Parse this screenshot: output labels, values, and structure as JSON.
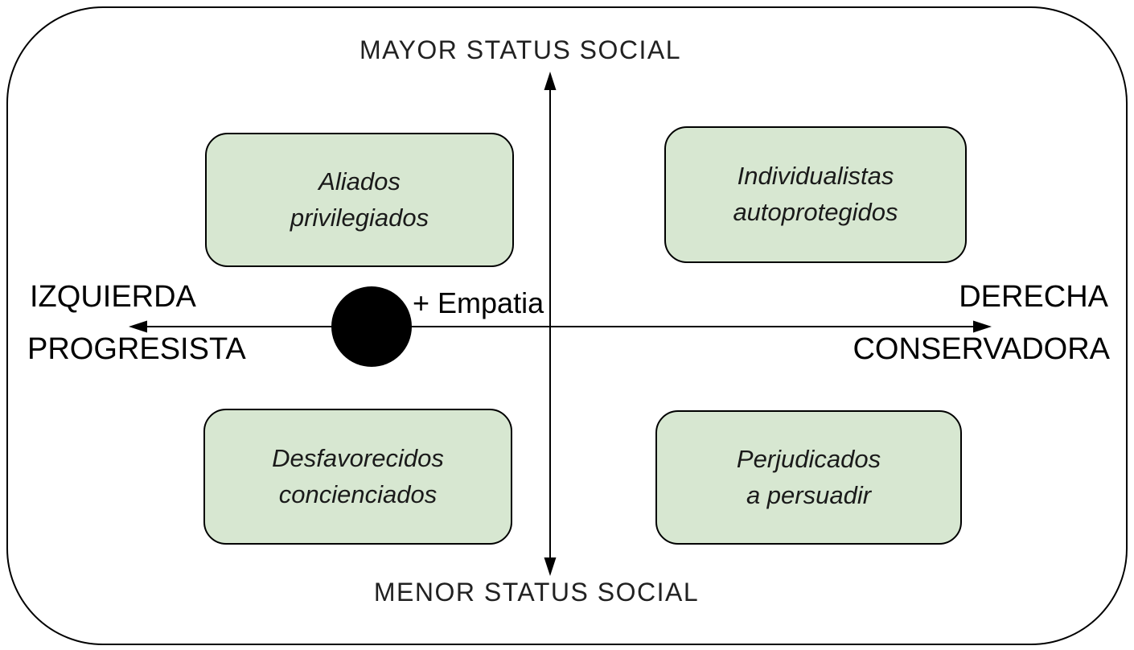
{
  "diagram": {
    "axes": {
      "top_label": "MAYOR STATUS SOCIAL",
      "bottom_label": "MENOR STATUS SOCIAL",
      "left_label_line1": "IZQUIERDA",
      "left_label_line2": "PROGRESISTA",
      "right_label_line1": "DERECHA",
      "right_label_line2": "CONSERVADORA",
      "center_label": "+ Empatia"
    },
    "quadrants": [
      {
        "position": "top-left",
        "label": "Aliados\nprivilegiados"
      },
      {
        "position": "top-right",
        "label": "Individualistas\nautoprotegidos"
      },
      {
        "position": "bottom-left",
        "label": "Desfavorecidos\nconcienciados"
      },
      {
        "position": "bottom-right",
        "label": "Perjudicados\na persuadir"
      }
    ],
    "colors": {
      "background": "#ffffff",
      "frame_border": "#000000",
      "axis": "#000000",
      "dot": "#000000",
      "box_fill": "#d7e7d1",
      "box_border": "#000000"
    }
  }
}
